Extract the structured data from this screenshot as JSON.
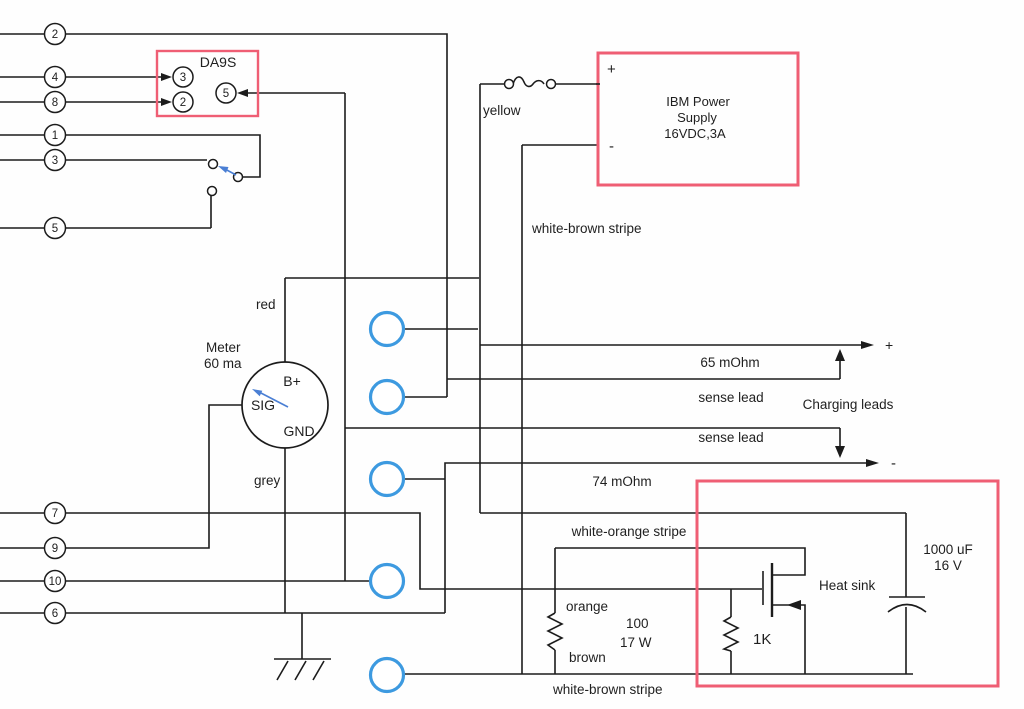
{
  "colors": {
    "wire": "#1c1c1c",
    "box_border": "#ef5e74",
    "connector_blue": "#3d9ae0",
    "indicator_arrow_blue": "#4a7fd4"
  },
  "pins": {
    "p2": "2",
    "p4": "4",
    "p8": "8",
    "p1": "1",
    "p3": "3",
    "p5": "5",
    "p7": "7",
    "p9": "9",
    "p10": "10",
    "p6": "6"
  },
  "da9s": {
    "title": "DA9S",
    "pin3": "3",
    "pin2": "2",
    "pin5": "5"
  },
  "power_supply": {
    "plus": "+",
    "minus": "-",
    "name_line1": "IBM Power",
    "name_line2": "Supply",
    "name_line3": "16VDC,3A"
  },
  "fuse_label": "yellow",
  "wire_labels": {
    "white_brown_top": "white-brown stripe",
    "red": "red",
    "grey": "grey",
    "white_orange": "white-orange stripe",
    "orange": "orange",
    "brown": "brown",
    "white_brown_bottom": "white-brown stripe"
  },
  "meter": {
    "title_line1": "Meter",
    "title_line2": "60 ma",
    "terminal_bplus": "B+",
    "terminal_sig": "SIG",
    "terminal_gnd": "GND"
  },
  "charging": {
    "shunt_plus": "65 mOhm",
    "sense_lead_1": "sense lead",
    "sense_lead_2": "sense lead",
    "title": "Charging leads",
    "shunt_minus": "74 mOhm",
    "plus": "+",
    "minus": "-"
  },
  "regulator": {
    "heat_sink": "Heat sink",
    "cap_value": "1000 uF",
    "cap_voltage": "16 V",
    "gate_resistor": "1K",
    "power_resistor_value": "100",
    "power_resistor_power": "17 W"
  }
}
